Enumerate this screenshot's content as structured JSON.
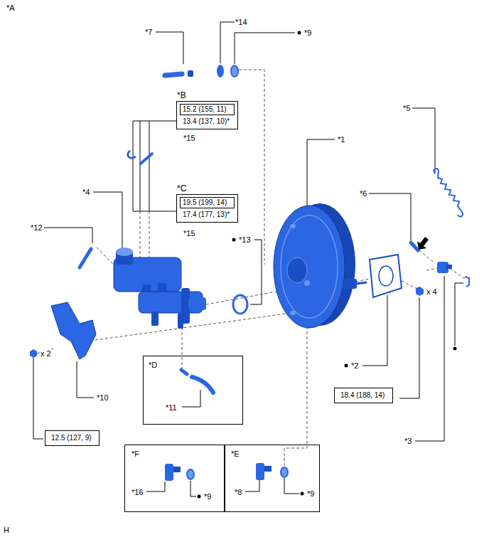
{
  "diagram": {
    "nodes": [
      {
        "text": [
          "*B",
          "15.2 (155, 11)",
          "13.4 (137, 10)*"
        ]
      },
      {
        "text": [
          "*C",
          "19.5 (199, 14)",
          "17.4 (177, 13)*"
        ]
      },
      {
        "text": [
          "*D",
          "*11"
        ]
      },
      {
        "text": [
          "18.4 (188, 14)"
        ]
      },
      {
        "text": [
          "12.5 (127, 9)"
        ]
      },
      {
        "text": [
          "*F",
          "*16",
          "*9"
        ]
      },
      {
        "text": [
          "*E",
          "*8",
          "*9"
        ]
      }
    ],
    "labels": [
      "*A",
      "*7",
      "*14",
      "*9",
      "*15",
      "*5",
      "*6",
      "*1",
      "*4",
      "*15",
      "*12",
      "*13",
      "x 4",
      "*2",
      "x 2",
      "*10",
      "*3",
      "H"
    ]
  }
}
